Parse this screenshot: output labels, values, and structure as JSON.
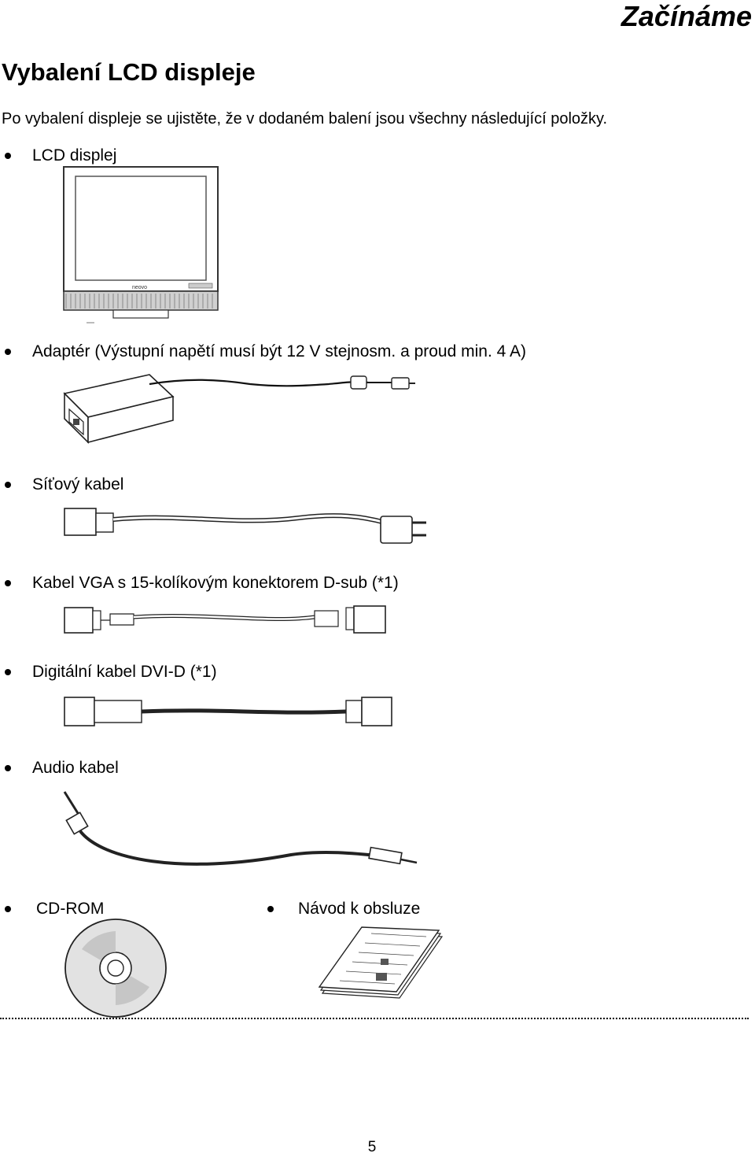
{
  "header": {
    "chapter_title": "Začínáme"
  },
  "section": {
    "title": "Vybalení LCD displeje",
    "intro": "Po vybalení displeje se ujistěte, že v dodaném balení jsou všechny následující položky."
  },
  "items": [
    {
      "label": "LCD displej",
      "icon": "lcd-monitor-illustration",
      "brand_mark": "neovo"
    },
    {
      "label": "Adaptér (Výstupní napětí musí být 12 V stejnosm. a proud min. 4 A)",
      "icon": "power-adapter-illustration"
    },
    {
      "label": "Síťový kabel",
      "icon": "power-cord-illustration"
    },
    {
      "label": "Kabel VGA s 15-kolíkovým konektorem D-sub (*1)",
      "icon": "vga-cable-illustration"
    },
    {
      "label": "Digitální kabel DVI-D (*1)",
      "icon": "dvi-cable-illustration"
    },
    {
      "label": "Audio kabel",
      "icon": "audio-cable-illustration"
    },
    {
      "label": "CD-ROM",
      "icon": "cd-rom-illustration"
    },
    {
      "label": "Návod k obsluze",
      "icon": "manual-booklet-illustration"
    }
  ],
  "footer": {
    "page_number": "5"
  }
}
